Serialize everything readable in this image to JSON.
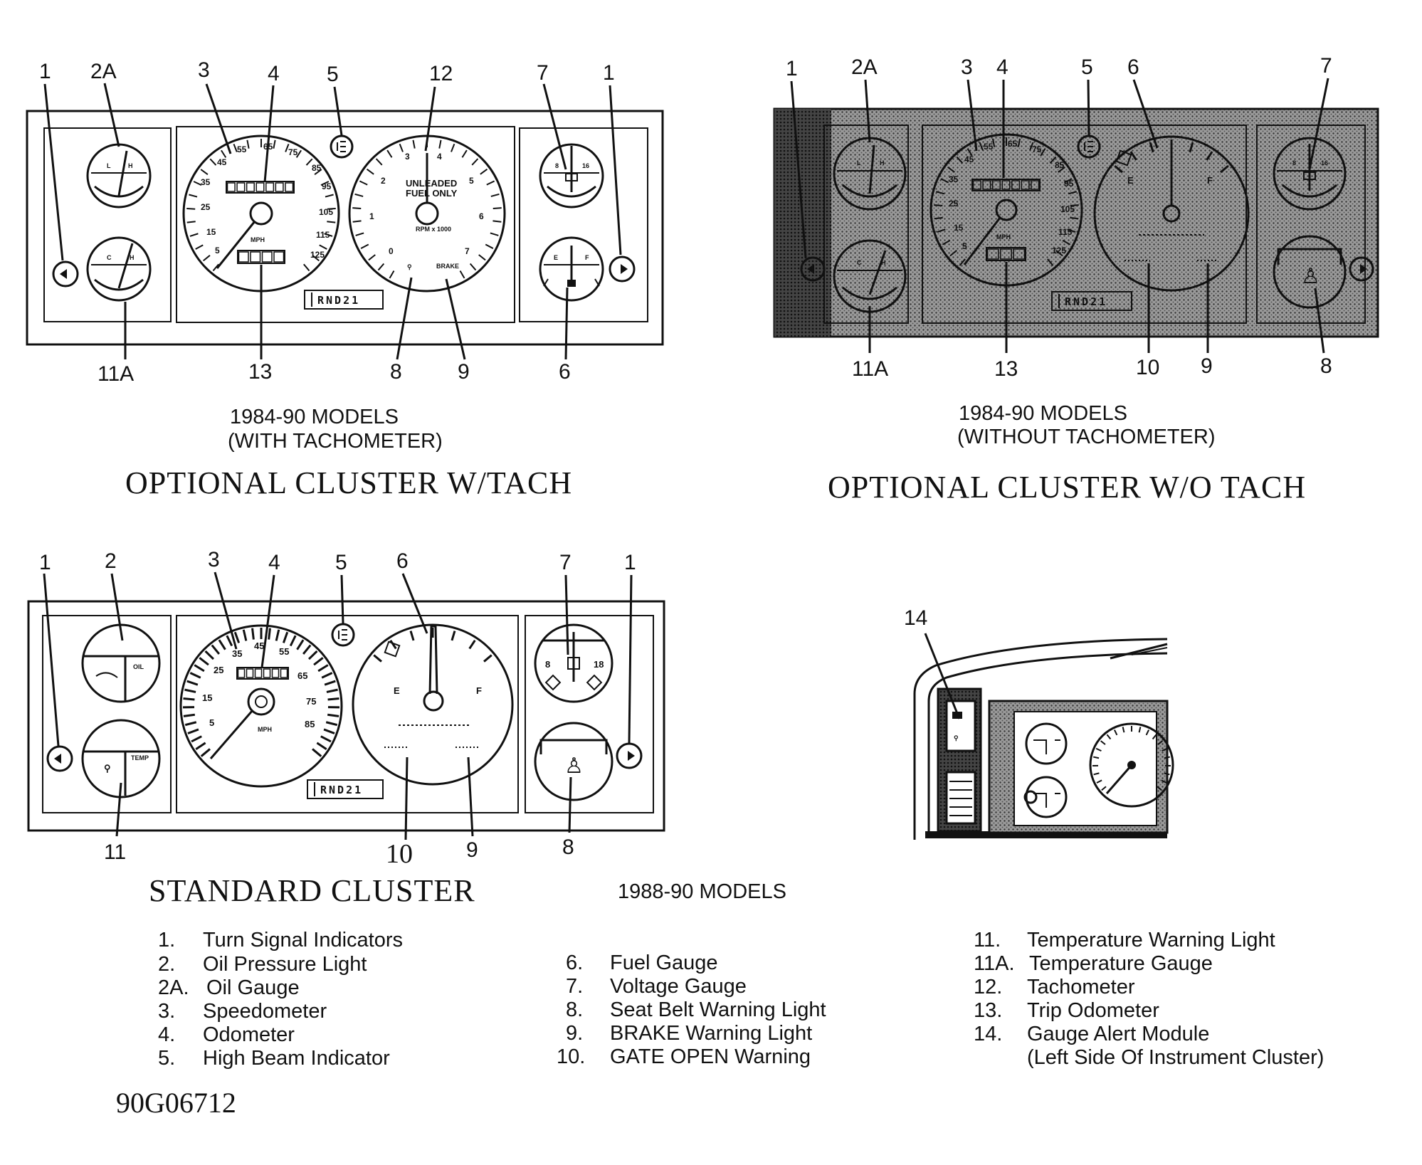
{
  "diagrams": {
    "with_tach": {
      "callouts_top": [
        "1",
        "2A",
        "3",
        "4",
        "5",
        "12",
        "7",
        "1"
      ],
      "callouts_bottom": [
        "11A",
        "13",
        "8",
        "9",
        "6"
      ],
      "caption_line1": "1984-90 MODELS",
      "caption_line2": "(WITH TACHOMETER)",
      "title": "OPTIONAL CLUSTER W/TACH",
      "dial_text_1": "UNLEADED",
      "dial_text_2": "FUEL ONLY",
      "dial_text_3": "RPM x 1000",
      "dial_text_brake": "BRAKE",
      "speedo_unit": "MPH",
      "gear_indicator": "RND21"
    },
    "without_tach": {
      "callouts_top": [
        "1",
        "2A",
        "3",
        "4",
        "5",
        "6",
        "7"
      ],
      "callouts_bottom": [
        "11A",
        "13",
        "10",
        "9",
        "8"
      ],
      "caption_line1": "1984-90 MODELS",
      "caption_line2": "(WITHOUT TACHOMETER)",
      "title": "OPTIONAL CLUSTER W/O TACH",
      "fuel_e": "E",
      "fuel_f": "F",
      "speedo_unit": "MPH",
      "gear_indicator": "RND21"
    },
    "standard": {
      "callouts_top": [
        "1",
        "2",
        "3",
        "4",
        "5",
        "6",
        "7",
        "1"
      ],
      "callouts_bottom": [
        "11",
        "10",
        "9",
        "8"
      ],
      "title": "STANDARD CLUSTER",
      "fuel_e": "E",
      "fuel_f": "F",
      "speedo_unit": "MPH",
      "gear_indicator": "RND21"
    },
    "models_note": "1988-90 MODELS",
    "module_callout": "14"
  },
  "legend": {
    "col1": [
      {
        "num": "1.",
        "label": "Turn Signal Indicators"
      },
      {
        "num": "2.",
        "label": "Oil Pressure Light"
      },
      {
        "num": "2A.",
        "label": "Oil Gauge"
      },
      {
        "num": "3.",
        "label": "Speedometer"
      },
      {
        "num": "4.",
        "label": "Odometer"
      },
      {
        "num": "5.",
        "label": "High Beam Indicator"
      }
    ],
    "col2": [
      {
        "num": "6.",
        "label": "Fuel Gauge"
      },
      {
        "num": "7.",
        "label": "Voltage Gauge"
      },
      {
        "num": "8.",
        "label": "Seat Belt Warning Light"
      },
      {
        "num": "9.",
        "label": "BRAKE Warning Light"
      },
      {
        "num": "10.",
        "label": "GATE OPEN Warning"
      }
    ],
    "col3": [
      {
        "num": "11.",
        "label": "Temperature Warning Light"
      },
      {
        "num": "11A.",
        "label": "Temperature Gauge"
      },
      {
        "num": "12.",
        "label": "Tachometer"
      },
      {
        "num": "13.",
        "label": "Trip Odometer"
      },
      {
        "num": "14.",
        "label": "Gauge Alert Module"
      },
      {
        "num": "",
        "label": "(Left Side Of Instrument Cluster)"
      }
    ]
  },
  "figure_code": "90G06712"
}
